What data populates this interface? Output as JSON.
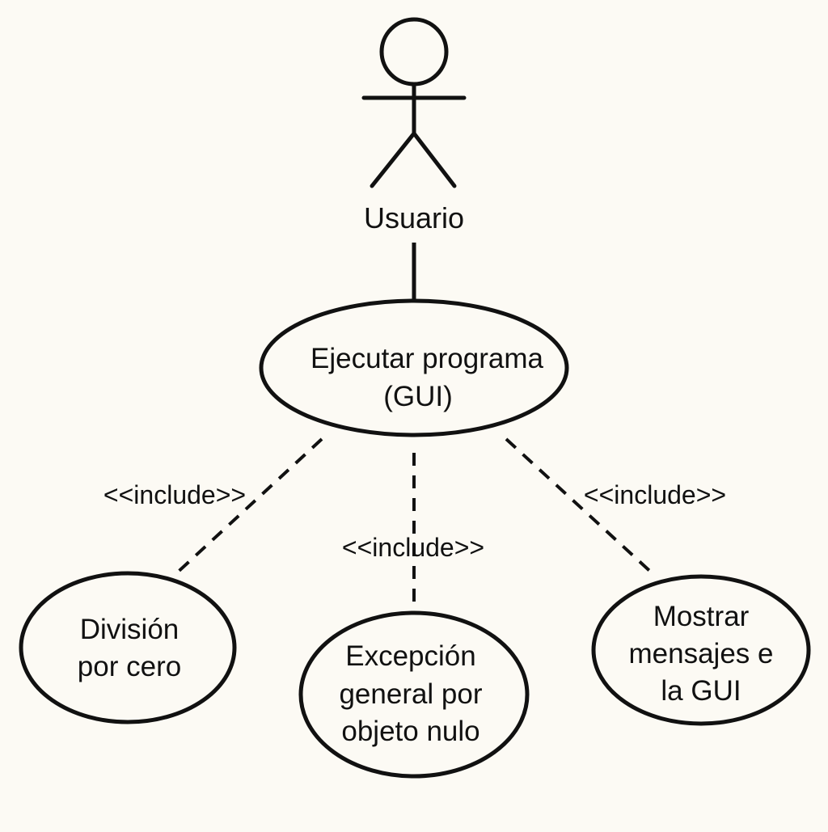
{
  "colors": {
    "background": "#fcfaf4",
    "stroke": "#111111"
  },
  "actor": {
    "name": "Usuario"
  },
  "main_use_case": {
    "lines": [
      "Ejecutar programa",
      "(GUI)"
    ]
  },
  "included_use_cases": [
    {
      "lines": [
        "División",
        "por cero"
      ]
    },
    {
      "lines": [
        "Excepción",
        "general por",
        "objeto nulo"
      ]
    },
    {
      "lines": [
        "Mostrar",
        "mensajes e",
        "la GUI"
      ]
    }
  ],
  "relations": [
    {
      "from": "Ejecutar programa (GUI)",
      "to": "División por cero",
      "label": "<<include>>"
    },
    {
      "from": "Ejecutar programa (GUI)",
      "to": "Excepción general por objeto nulo",
      "label": "<<include>>"
    },
    {
      "from": "Ejecutar programa (GUI)",
      "to": "Mostrar mensajes e la GUI",
      "label": "<<include>>"
    }
  ]
}
